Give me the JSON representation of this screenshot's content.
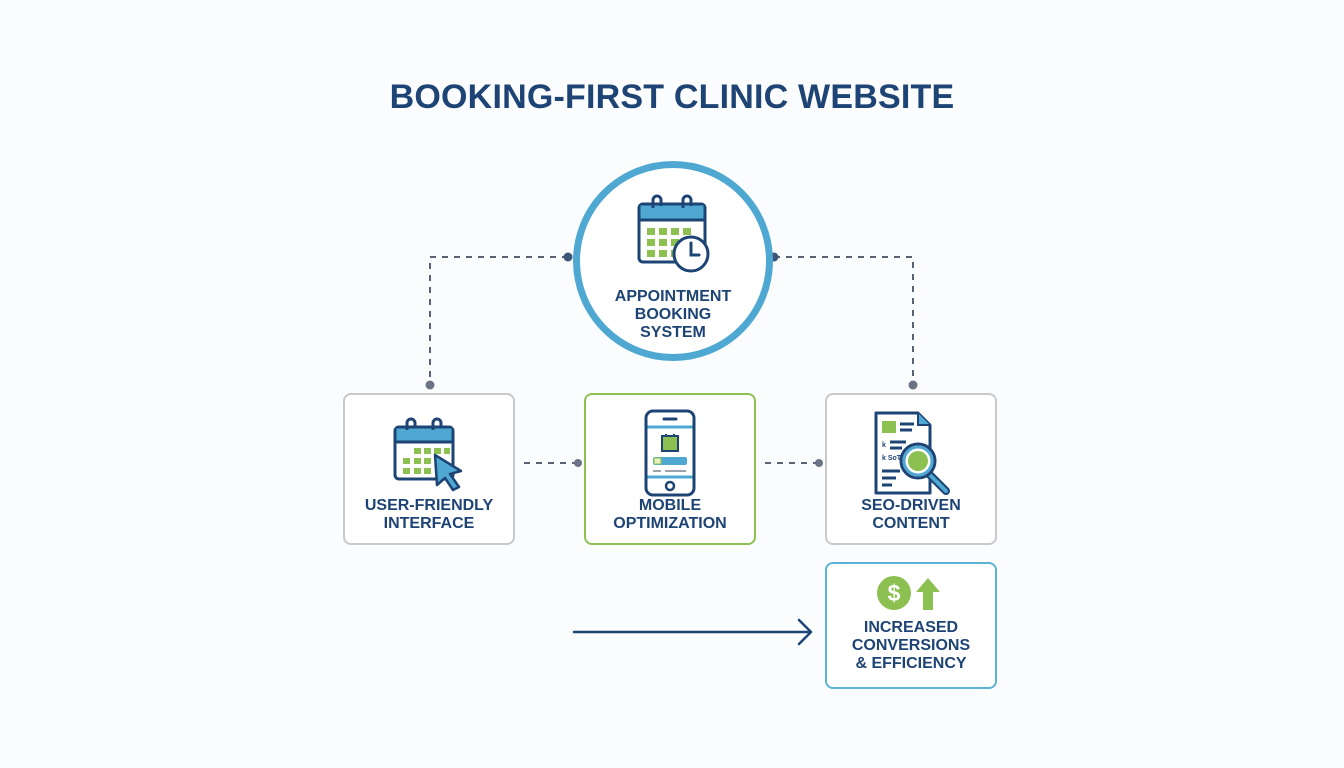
{
  "title": "BOOKING-FIRST CLINIC WEBSITE",
  "colors": {
    "navy": "#1d4474",
    "hub_ring": "#4ea8d2",
    "green": "#8cc152",
    "light_blue": "#5bb3d6",
    "gray_border": "#c7c9cc",
    "connector": "#5b6476"
  },
  "hub": {
    "label_lines": [
      "APPOINTMENT",
      "BOOKING",
      "SYSTEM"
    ],
    "icon": "calendar-clock-icon"
  },
  "features": [
    {
      "label_lines": [
        "USER-FRIENDLY",
        "INTERFACE"
      ],
      "icon": "calendar-cursor-icon"
    },
    {
      "label_lines": [
        "MOBILE",
        "OPTIMIZATION"
      ],
      "icon": "smartphone-icon"
    },
    {
      "label_lines": [
        "SEO-DRIVEN",
        "CONTENT"
      ],
      "icon": "document-search-icon"
    }
  ],
  "result": {
    "label_lines": [
      "INCREASED",
      "CONVERSIONS",
      "& EFFICIENCY"
    ],
    "icons": [
      "dollar-icon",
      "arrow-up-icon"
    ],
    "dollar_symbol": "$"
  }
}
